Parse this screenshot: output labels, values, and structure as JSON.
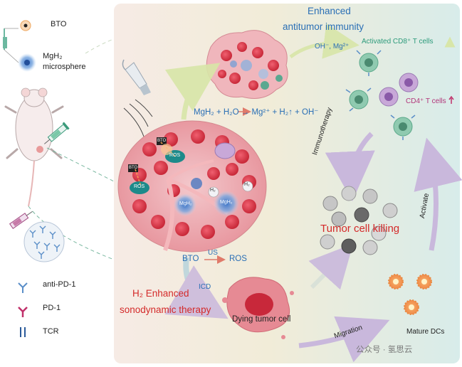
{
  "legend": {
    "bto": "BTO",
    "mgh2_line1": "MgH₂",
    "mgh2_line2": "microsphere",
    "anti_pd1": "anti-PD-1",
    "pd1": "PD-1",
    "tcr": "TCR"
  },
  "labels": {
    "enhanced": "Enhanced",
    "antitumor_immunity": "antitumor immunity",
    "oh_mg": "OH⁻, Mg²⁺",
    "activated_cd8": "Activated CD8⁺ T cells",
    "cd4": "CD4⁺ T cells",
    "reaction": "MgH₂ + H₂O → Mg²⁺ + H₂↑ + OH⁻",
    "immunotherapy": "Immunotherapy",
    "tumor_cell_killing": "Tumor cell killing",
    "activate": "Activate",
    "us": "US",
    "bto_ros_left": "BTO",
    "bto_ros_right": "ROS",
    "h2_enhanced": "H₂ Enhanced",
    "sonodynamic_therapy": "sonodynamic therapy",
    "icd": "ICD",
    "dying_tumor_cell": "Dying tumor cell",
    "migration": "Migration",
    "mature_dcs": "Mature DCs",
    "watermark": "公众号 · 氢思云"
  },
  "insitu": {
    "bto_a": "BTO",
    "bto_b": "BTO",
    "ros_a": "ROS",
    "ros_b": "ROS",
    "h2_a": "H₂",
    "h2_b": "H₂",
    "mgh2_a": "MgH₂",
    "mgh2_b": "MgH₂"
  },
  "colors": {
    "accent_blue": "#2a6fb5",
    "accent_red": "#d42a2a",
    "teal": "#2b9a7a",
    "pink": "#b2357a"
  }
}
